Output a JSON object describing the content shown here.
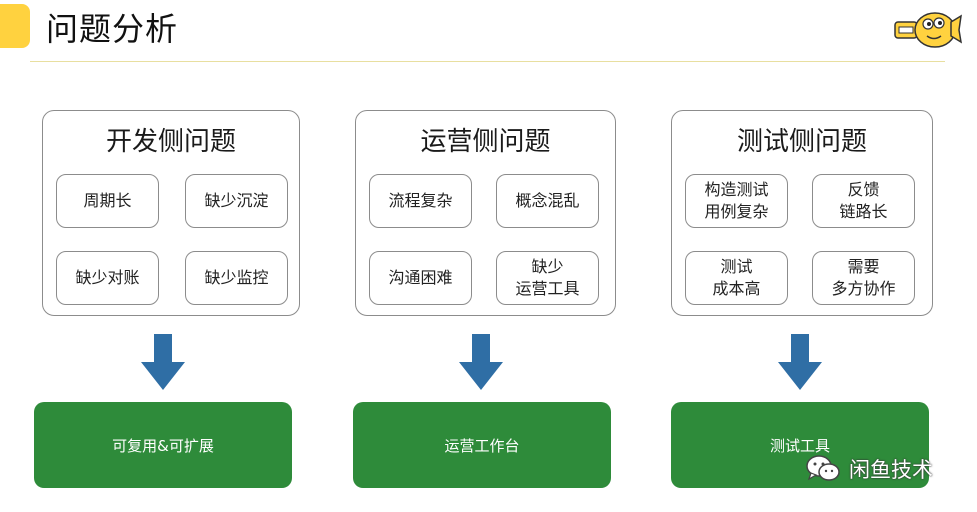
{
  "header": {
    "title": "问题分析"
  },
  "colors": {
    "accent": "#ffd23f",
    "arrow": "#2f6ea5",
    "solution": "#2e8b3a"
  },
  "columns": [
    {
      "title": "开发侧问题",
      "items": [
        "周期长",
        "缺少沉淀",
        "缺少对账",
        "缺少监控"
      ],
      "solution": "可复用&可扩展"
    },
    {
      "title": "运营侧问题",
      "items": [
        "流程复杂",
        "概念混乱",
        "沟通困难",
        "缺少\n运营工具"
      ],
      "solution": "运营工作台"
    },
    {
      "title": "测试侧问题",
      "items": [
        "构造测试\n用例复杂",
        "反馈\n链路长",
        "测试\n成本高",
        "需要\n多方协作"
      ],
      "solution": "测试工具"
    }
  ],
  "watermark": {
    "text": "闲鱼技术",
    "icon": "wechat-icon"
  }
}
